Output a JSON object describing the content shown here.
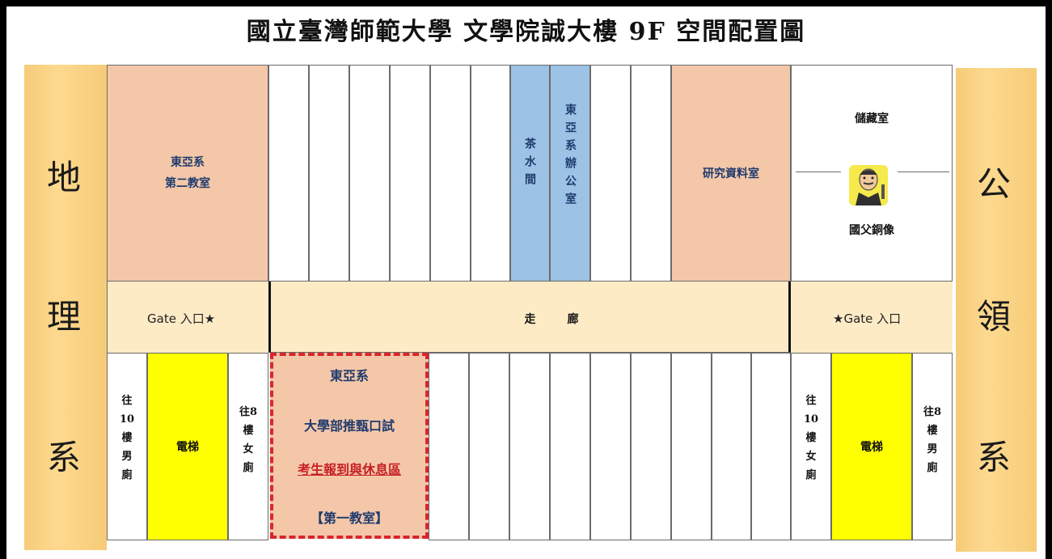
{
  "title": "國立臺灣師範大學  文學院誠大樓 9F  空間配置圖",
  "left_side": [
    "地",
    "理",
    "系"
  ],
  "right_side": [
    "公",
    "領",
    "系"
  ],
  "rooms": {
    "classroom2": "東亞系\n第二教室",
    "tea_room": "茶水間",
    "office": "東亞系辦公室",
    "research": "研究資料室",
    "storage": "儲藏室",
    "statue": "國父銅像",
    "corridor": "走        廊",
    "gate_left": "Gate 入口★",
    "gate_right": "★Gate 入口",
    "elevator_left": "電梯",
    "elevator_right": "電梯",
    "to10_left": "往\n10\n樓\n男\n廁",
    "to8_left": "往8\n樓\n女\n廁",
    "to10_right": "往\n10\n樓\n女\n廁",
    "to8_right": "往8\n樓\n男\n廁"
  },
  "exam": {
    "line1": "東亞系",
    "line2": "大學部推甄口試",
    "line3": "考生報到與休息區",
    "line4": "【第一教室】"
  },
  "colors": {
    "peach": "#f4c7a8",
    "blue": "#9cc2e5",
    "cream": "#fdebc6",
    "yellow": "#ffff00",
    "side": "#fdd98f",
    "exam_border": "#d9262c",
    "label_blue": "#1f3b6e"
  }
}
